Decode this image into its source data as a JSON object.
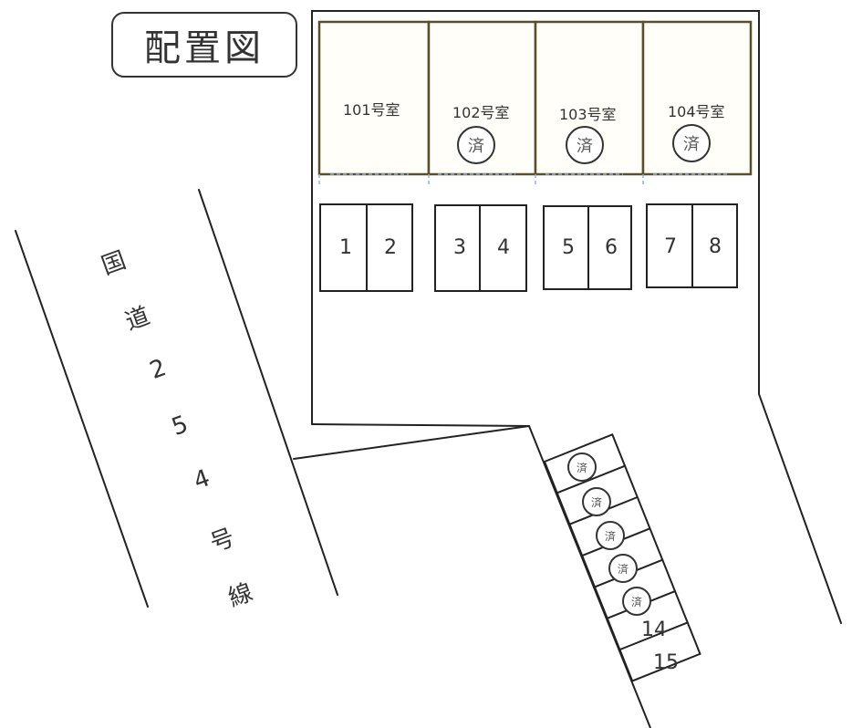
{
  "title": "配置図",
  "road": {
    "name_chars": [
      "国",
      "道",
      "2",
      "5",
      "4",
      "号",
      "線"
    ],
    "name": "国道254号線"
  },
  "rooms": [
    {
      "label": "101号室",
      "status": ""
    },
    {
      "label": "102号室",
      "status": "済"
    },
    {
      "label": "103号室",
      "status": "済"
    },
    {
      "label": "104号室",
      "status": "済"
    }
  ],
  "parking_top": [
    {
      "num": "1"
    },
    {
      "num": "2"
    },
    {
      "num": "3"
    },
    {
      "num": "4"
    },
    {
      "num": "5"
    },
    {
      "num": "6"
    },
    {
      "num": "7"
    },
    {
      "num": "8"
    }
  ],
  "parking_strip": [
    {
      "label": "済"
    },
    {
      "label": "済"
    },
    {
      "label": "済"
    },
    {
      "label": "済"
    },
    {
      "label": "済"
    },
    {
      "label": "14"
    },
    {
      "label": "15"
    }
  ],
  "colors": {
    "line": "#222222",
    "wall": "#5a4f2a",
    "door": "#8fb4e0"
  }
}
